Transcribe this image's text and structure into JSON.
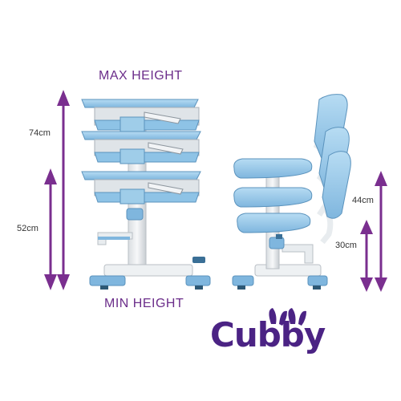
{
  "labels": {
    "max_height": "MAX HEIGHT",
    "min_height": "MIN HEIGHT"
  },
  "dimensions": {
    "desk_max": "74cm",
    "desk_min": "52cm",
    "chair_max": "44cm",
    "chair_min": "30cm"
  },
  "brand": {
    "name": "Cubby"
  },
  "colors": {
    "accent_purple": "#7a2f8f",
    "brand_purple": "#4b2384",
    "furniture_blue": "#8ec3e6",
    "frame_white": "#e8ecef"
  }
}
